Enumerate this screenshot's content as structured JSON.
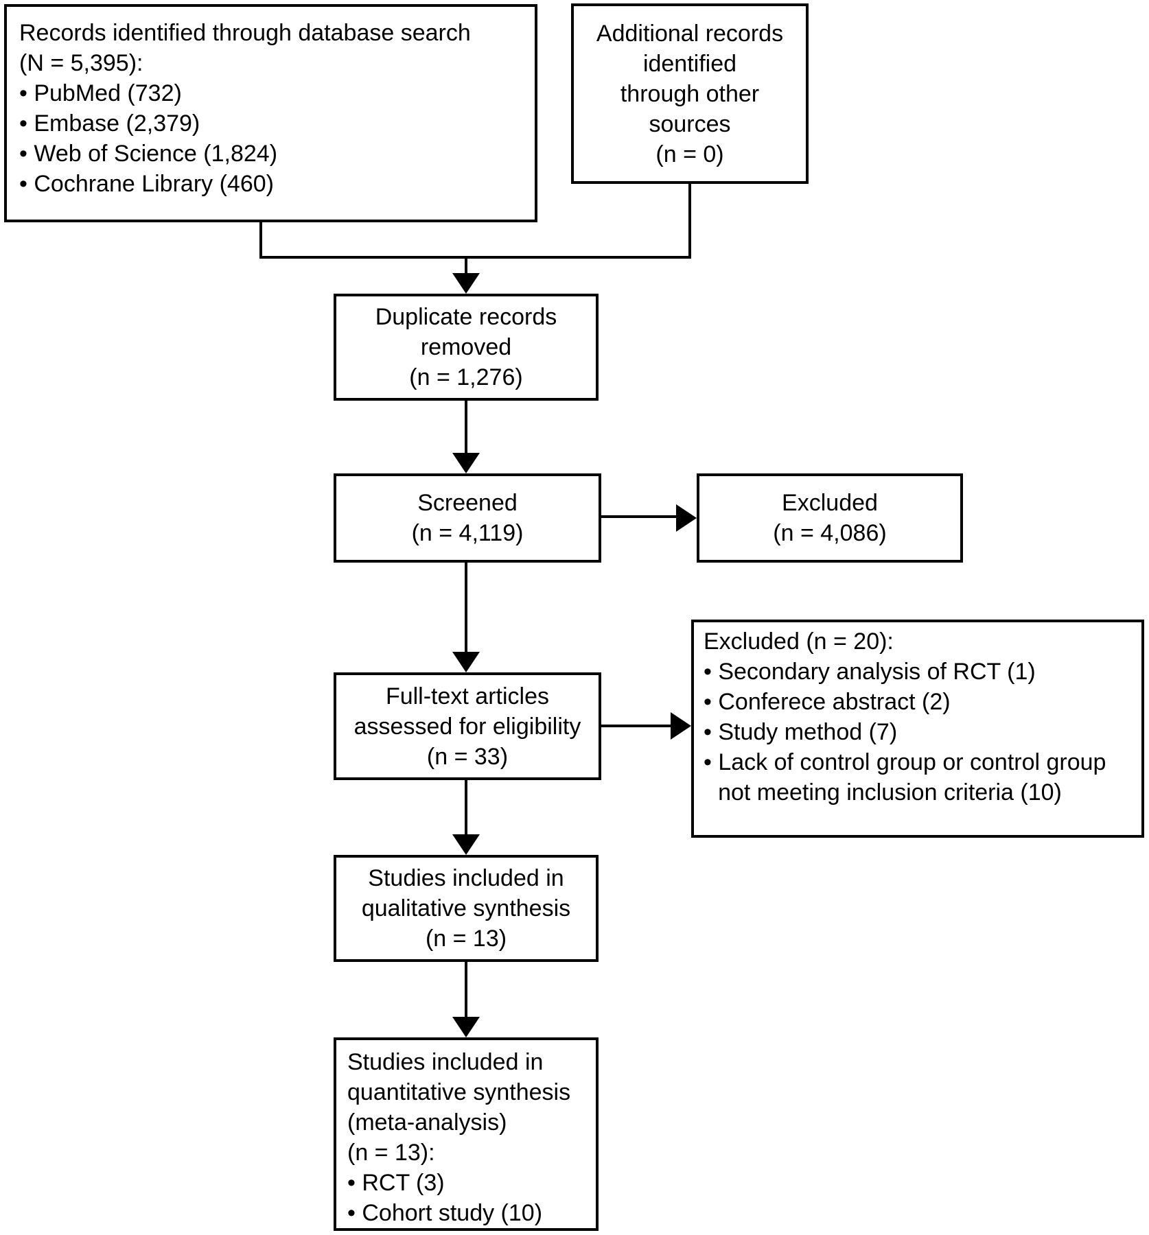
{
  "colors": {
    "background": "#ffffff",
    "line": "#000000",
    "text": "#000000"
  },
  "boxes": {
    "identification": {
      "title": "Records identified through database search\n(N = 5,395):",
      "bullets": [
        "• PubMed (732)",
        "• Embase (2,379)",
        "• Web of Science (1,824)",
        "• Cochrane Library (460)"
      ]
    },
    "additional_records": {
      "text": "Additional records\nidentified\nthrough other\nsources\n(n = 0)"
    },
    "duplicates_removed": {
      "text": "Duplicate records\nremoved\n(n = 1,276)"
    },
    "screened": {
      "text": "Screened\n(n = 4,119)"
    },
    "screened_excluded": {
      "text": "Excluded\n(n = 4,086)"
    },
    "fulltext_assessed": {
      "text": "Full-text articles\nassessed for eligibility\n(n = 33)"
    },
    "fulltext_excluded": {
      "title": "Excluded (n = 20):",
      "bullets": [
        "• Secondary analysis of RCT (1)",
        "• Conferece abstract (2)",
        "• Study method (7)",
        "• Lack of control group or control group not meeting inclusion criteria (10)"
      ]
    },
    "qualitative_synthesis": {
      "text": "Studies included in\nqualitative synthesis\n(n = 13)"
    },
    "quantitative_synthesis": {
      "title": "Studies included in\nquantitative synthesis\n(meta-analysis)\n(n = 13):",
      "bullets": [
        "• RCT (3)",
        "• Cohort study (10)"
      ]
    }
  }
}
